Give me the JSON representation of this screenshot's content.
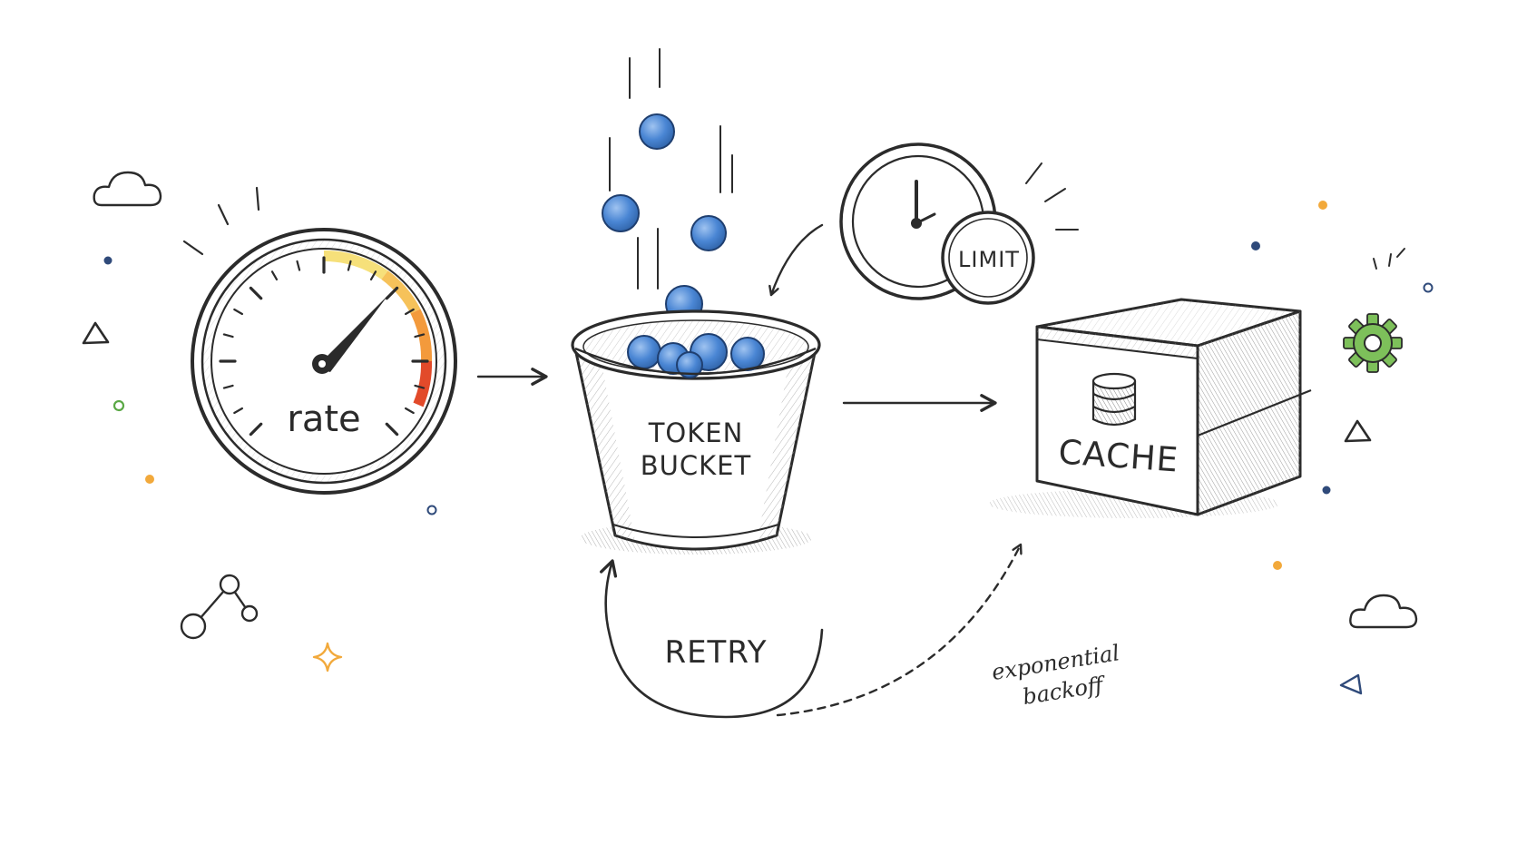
{
  "colors": {
    "ink": "#2b2b2b",
    "token_blue": "#4a86d4",
    "token_blue_dark": "#2f63a8",
    "gauge_yellow": "#f6d56a",
    "gauge_orange": "#f39a3c",
    "gauge_red": "#e24a2a",
    "gear_green": "#7dc05a",
    "accent_orange": "#f2a93b",
    "accent_navy": "#2f4a7a"
  },
  "gauge": {
    "label": "rate",
    "level": 0.8
  },
  "bucket": {
    "line1": "TOKEN",
    "line2": "BUCKET"
  },
  "clock": {
    "badge": "LIMIT"
  },
  "cache": {
    "label": "CACHE"
  },
  "retry": {
    "label": "RETRY"
  },
  "backoff": {
    "line1": "exponential",
    "line2": "backoff"
  },
  "icons": [
    "speedometer-icon",
    "bucket-icon",
    "clock-icon",
    "database-icon",
    "cloud-icon",
    "gear-icon",
    "triangle-icon",
    "sparkle-icon",
    "network-icon"
  ]
}
